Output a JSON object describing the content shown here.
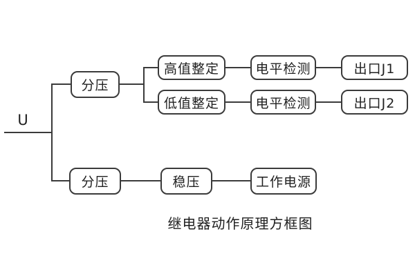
{
  "diagram": {
    "caption": "继电器动作原理方框图",
    "input_label": "U",
    "colors": {
      "background": "#ffffff",
      "line": "#3a3a3a",
      "text": "#1f1f1f"
    },
    "nodes": [
      {
        "id": "voltage-divider-top",
        "label": "分压"
      },
      {
        "id": "high-value-setting",
        "label": "高值整定"
      },
      {
        "id": "level-detect-1",
        "label": "电平检测"
      },
      {
        "id": "output-j1",
        "label": "出口J1"
      },
      {
        "id": "low-value-setting",
        "label": "低值整定"
      },
      {
        "id": "level-detect-2",
        "label": "电平检测"
      },
      {
        "id": "output-j2",
        "label": "出口J2"
      },
      {
        "id": "voltage-divider-bottom",
        "label": "分压"
      },
      {
        "id": "voltage-regulator",
        "label": "稳压"
      },
      {
        "id": "working-power",
        "label": "工作电源"
      }
    ]
  }
}
